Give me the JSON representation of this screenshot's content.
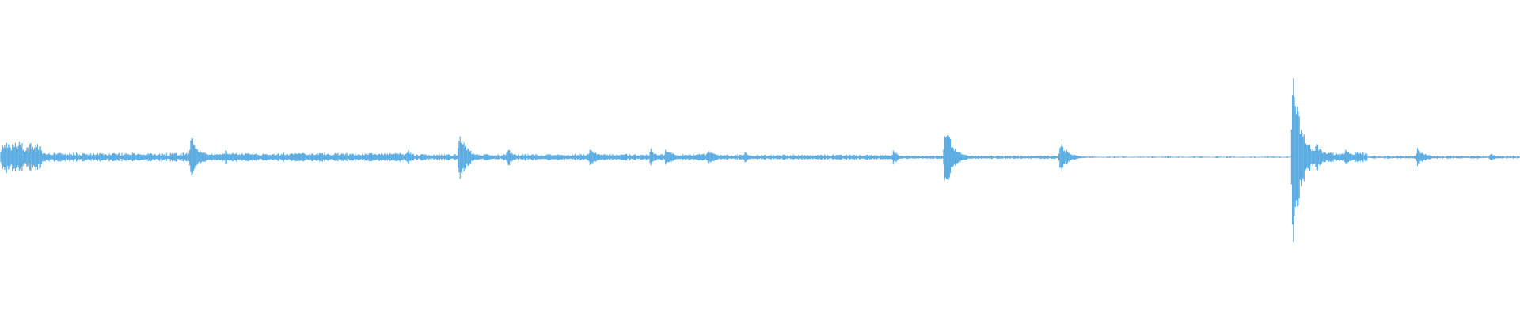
{
  "waveform": {
    "color": "#5dade2",
    "background": "#ffffff",
    "baseline_amplitude": 0.006,
    "sample_count": 1568,
    "noise_regions": [
      {
        "start": 0.0,
        "end": 0.027,
        "amp": 0.1
      },
      {
        "start": 0.027,
        "end": 0.27,
        "amp": 0.03
      },
      {
        "start": 0.27,
        "end": 0.47,
        "amp": 0.022
      },
      {
        "start": 0.47,
        "end": 0.59,
        "amp": 0.018
      },
      {
        "start": 0.59,
        "end": 0.7,
        "amp": 0.012
      },
      {
        "start": 0.7,
        "end": 0.85,
        "amp": 0.006
      },
      {
        "start": 0.85,
        "end": 0.9,
        "amp": 0.035
      },
      {
        "start": 0.9,
        "end": 1.0,
        "amp": 0.01
      }
    ],
    "bursts": [
      {
        "pos": 0.002,
        "peak": 0.13,
        "width": 0.01
      },
      {
        "pos": 0.015,
        "peak": 0.05,
        "width": 0.006
      },
      {
        "pos": 0.038,
        "peak": 0.04,
        "width": 0.004
      },
      {
        "pos": 0.074,
        "peak": 0.035,
        "width": 0.004
      },
      {
        "pos": 0.083,
        "peak": 0.03,
        "width": 0.006
      },
      {
        "pos": 0.125,
        "peak": 0.15,
        "width": 0.006
      },
      {
        "pos": 0.148,
        "peak": 0.05,
        "width": 0.005
      },
      {
        "pos": 0.22,
        "peak": 0.035,
        "width": 0.005
      },
      {
        "pos": 0.268,
        "peak": 0.06,
        "width": 0.003
      },
      {
        "pos": 0.302,
        "peak": 0.2,
        "width": 0.005
      },
      {
        "pos": 0.334,
        "peak": 0.08,
        "width": 0.003
      },
      {
        "pos": 0.388,
        "peak": 0.06,
        "width": 0.006
      },
      {
        "pos": 0.428,
        "peak": 0.06,
        "width": 0.004
      },
      {
        "pos": 0.438,
        "peak": 0.06,
        "width": 0.006
      },
      {
        "pos": 0.466,
        "peak": 0.06,
        "width": 0.005
      },
      {
        "pos": 0.49,
        "peak": 0.04,
        "width": 0.004
      },
      {
        "pos": 0.532,
        "peak": 0.02,
        "width": 0.003
      },
      {
        "pos": 0.588,
        "peak": 0.06,
        "width": 0.003
      },
      {
        "pos": 0.622,
        "peak": 0.25,
        "width": 0.005
      },
      {
        "pos": 0.698,
        "peak": 0.11,
        "width": 0.005
      },
      {
        "pos": 0.851,
        "peak": 0.6,
        "width": 0.006
      },
      {
        "pos": 0.866,
        "peak": 0.12,
        "width": 0.005
      },
      {
        "pos": 0.886,
        "peak": 0.07,
        "width": 0.003
      },
      {
        "pos": 0.933,
        "peak": 0.07,
        "width": 0.005
      },
      {
        "pos": 0.981,
        "peak": 0.03,
        "width": 0.004
      }
    ],
    "dropouts": [
      {
        "start": 0.7,
        "end": 0.85
      }
    ]
  }
}
